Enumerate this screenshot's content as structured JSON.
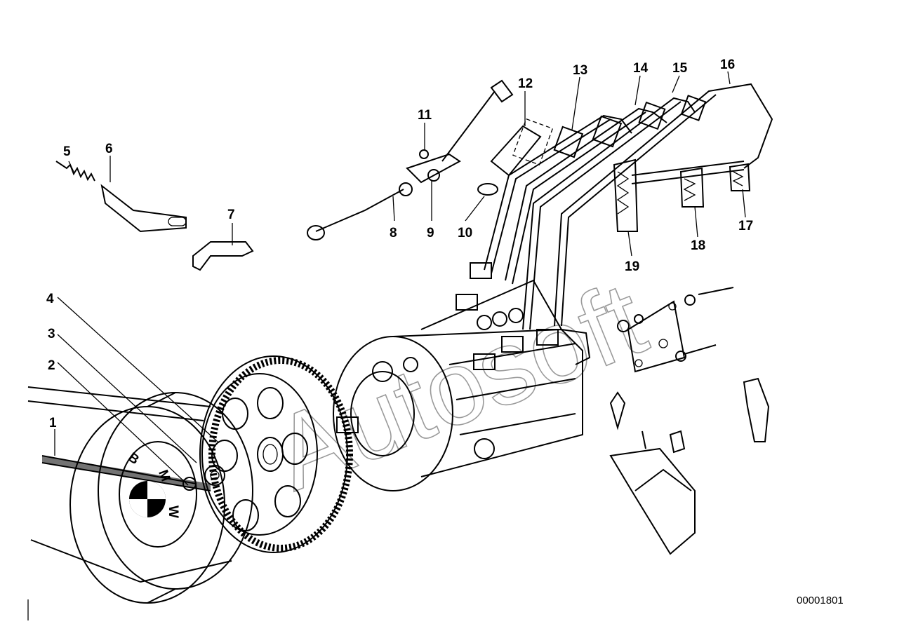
{
  "watermark": "Autosoft",
  "document_number": "00001801",
  "pulley_letters": [
    "B",
    "M",
    "W"
  ],
  "callouts": [
    "1",
    "2",
    "3",
    "4",
    "5",
    "6",
    "7",
    "8",
    "9",
    "10",
    "11",
    "12",
    "13",
    "14",
    "15",
    "16",
    "17",
    "18",
    "19"
  ]
}
